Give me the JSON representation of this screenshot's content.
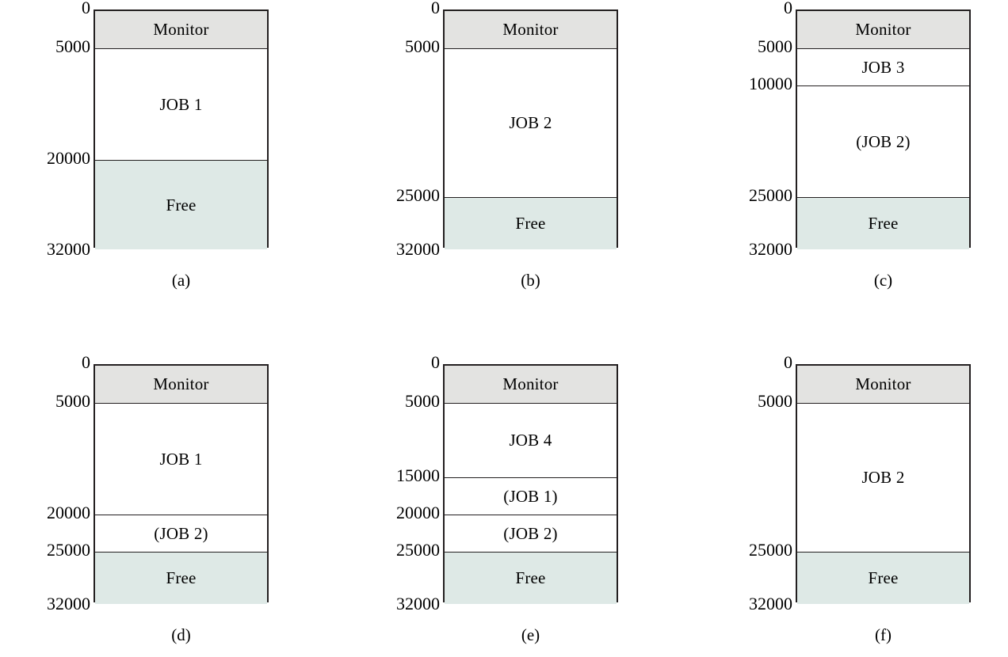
{
  "figure": {
    "address_min": 0,
    "address_max": 32000,
    "colors": {
      "monitor_fill": "#e3e3e1",
      "free_fill": "#dee9e6",
      "job_fill": "#ffffff",
      "border": "#231f20",
      "background": "#ffffff",
      "text": "#000000"
    }
  },
  "chart_data": {
    "type": "bar",
    "title": "",
    "xlabel": "",
    "ylabel": "",
    "ylim": [
      0,
      32000
    ],
    "orientation": "vertical-stacked",
    "note": "Six memory-map snapshots; each panel is a 0-32000 address space partitioned into labelled segments.",
    "panels": [
      {
        "id": "a",
        "caption": "(a)",
        "ticks": [
          0,
          5000,
          20000,
          32000
        ],
        "segments": [
          {
            "label": "Monitor",
            "start": 0,
            "end": 5000,
            "kind": "monitor"
          },
          {
            "label": "JOB 1",
            "start": 5000,
            "end": 20000,
            "kind": "job"
          },
          {
            "label": "Free",
            "start": 20000,
            "end": 32000,
            "kind": "free"
          }
        ]
      },
      {
        "id": "b",
        "caption": "(b)",
        "ticks": [
          0,
          5000,
          25000,
          32000
        ],
        "segments": [
          {
            "label": "Monitor",
            "start": 0,
            "end": 5000,
            "kind": "monitor"
          },
          {
            "label": "JOB 2",
            "start": 5000,
            "end": 25000,
            "kind": "job"
          },
          {
            "label": "Free",
            "start": 25000,
            "end": 32000,
            "kind": "free"
          }
        ]
      },
      {
        "id": "c",
        "caption": "(c)",
        "ticks": [
          0,
          5000,
          10000,
          25000,
          32000
        ],
        "segments": [
          {
            "label": "Monitor",
            "start": 0,
            "end": 5000,
            "kind": "monitor"
          },
          {
            "label": "JOB 3",
            "start": 5000,
            "end": 10000,
            "kind": "job"
          },
          {
            "label": "(JOB 2)",
            "start": 10000,
            "end": 25000,
            "kind": "job"
          },
          {
            "label": "Free",
            "start": 25000,
            "end": 32000,
            "kind": "free"
          }
        ]
      },
      {
        "id": "d",
        "caption": "(d)",
        "ticks": [
          0,
          5000,
          20000,
          25000,
          32000
        ],
        "segments": [
          {
            "label": "Monitor",
            "start": 0,
            "end": 5000,
            "kind": "monitor"
          },
          {
            "label": "JOB 1",
            "start": 5000,
            "end": 20000,
            "kind": "job"
          },
          {
            "label": "(JOB 2)",
            "start": 20000,
            "end": 25000,
            "kind": "job"
          },
          {
            "label": "Free",
            "start": 25000,
            "end": 32000,
            "kind": "free"
          }
        ]
      },
      {
        "id": "e",
        "caption": "(e)",
        "ticks": [
          0,
          5000,
          15000,
          20000,
          25000,
          32000
        ],
        "segments": [
          {
            "label": "Monitor",
            "start": 0,
            "end": 5000,
            "kind": "monitor"
          },
          {
            "label": "JOB 4",
            "start": 5000,
            "end": 15000,
            "kind": "job"
          },
          {
            "label": "(JOB 1)",
            "start": 15000,
            "end": 20000,
            "kind": "job"
          },
          {
            "label": "(JOB 2)",
            "start": 20000,
            "end": 25000,
            "kind": "job"
          },
          {
            "label": "Free",
            "start": 25000,
            "end": 32000,
            "kind": "free"
          }
        ]
      },
      {
        "id": "f",
        "caption": "(f)",
        "ticks": [
          0,
          5000,
          25000,
          32000
        ],
        "segments": [
          {
            "label": "Monitor",
            "start": 0,
            "end": 5000,
            "kind": "monitor"
          },
          {
            "label": "JOB 2",
            "start": 5000,
            "end": 25000,
            "kind": "job"
          },
          {
            "label": "Free",
            "start": 25000,
            "end": 32000,
            "kind": "free"
          }
        ]
      }
    ]
  }
}
